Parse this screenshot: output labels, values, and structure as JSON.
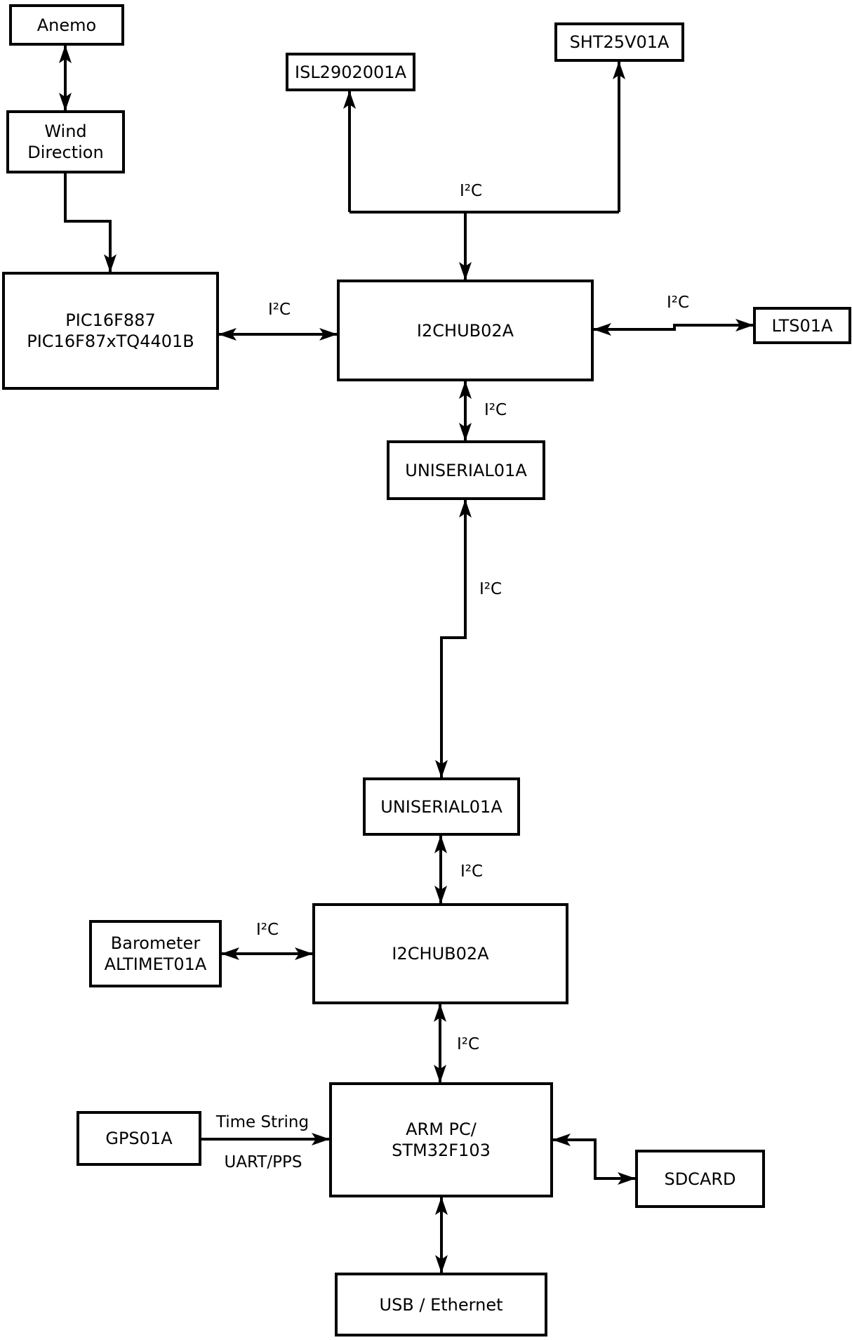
{
  "diagram_type": "block-diagram",
  "colors": {
    "background": "#ffffff",
    "line": "#000000"
  },
  "nodes": {
    "anemo": {
      "label": "Anemo"
    },
    "wind_direction": {
      "label": "Wind\nDirection"
    },
    "pic": {
      "label": "PIC16F887\nPIC16F87xTQ4401B"
    },
    "isl": {
      "label": "ISL2902001A"
    },
    "sht": {
      "label": "SHT25V01A"
    },
    "i2chub_top": {
      "label": "I2CHUB02A"
    },
    "lts": {
      "label": "LTS01A"
    },
    "uniserial_top": {
      "label": "UNISERIAL01A"
    },
    "uniserial_bottom": {
      "label": "UNISERIAL01A"
    },
    "i2chub_bottom": {
      "label": "I2CHUB02A"
    },
    "barometer": {
      "label": "Barometer\nALTIMET01A"
    },
    "arm_pc": {
      "label": "ARM PC/\nSTM32F103"
    },
    "gps": {
      "label": "GPS01A"
    },
    "sdcard": {
      "label": "SDCARD"
    },
    "usb_ethernet": {
      "label": "USB / Ethernet"
    }
  },
  "edge_labels": {
    "bus_top_i2c": "I²C",
    "pic_hub_i2c": "I²C",
    "hub_lts_i2c": "I²C",
    "hub_uniserial_i2c": "I²C",
    "uniserial_link_i2c": "I²C",
    "uniserial_hub2_i2c": "I²C",
    "barometer_hub2_i2c": "I²C",
    "hub2_arm_i2c": "I²C",
    "gps_time_string": "Time String",
    "gps_uart_pps": "UART/PPS"
  }
}
